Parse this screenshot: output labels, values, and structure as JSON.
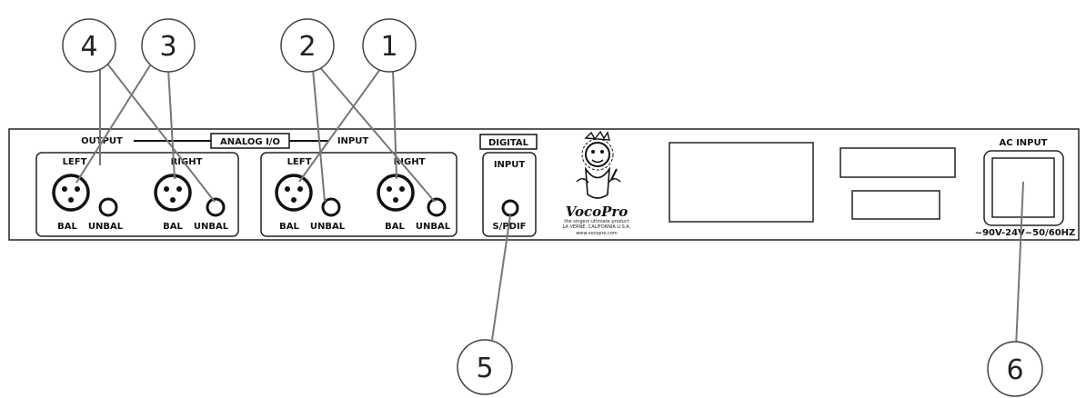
{
  "callouts": [
    "1",
    "2",
    "3",
    "4",
    "5",
    "6"
  ],
  "panel": {
    "analog": {
      "output_label": "OUTPUT",
      "title": "ANALOG I/O",
      "input_label": "INPUT",
      "left": "LEFT",
      "right": "RIGHT",
      "bal": "BAL",
      "unbal": "UNBAL"
    },
    "digital": {
      "title": "DIGITAL",
      "input_label": "INPUT",
      "spdif": "S/PDIF"
    },
    "logo": {
      "brand": "VocoPro",
      "tagline": "the singers ultimate product",
      "address": "LA VERNE, CALIFORNIA U.S.A.",
      "web": "www.vocopro.com"
    },
    "ac": {
      "title": "AC INPUT",
      "rating": "~90V-24V~50/60HZ"
    }
  }
}
